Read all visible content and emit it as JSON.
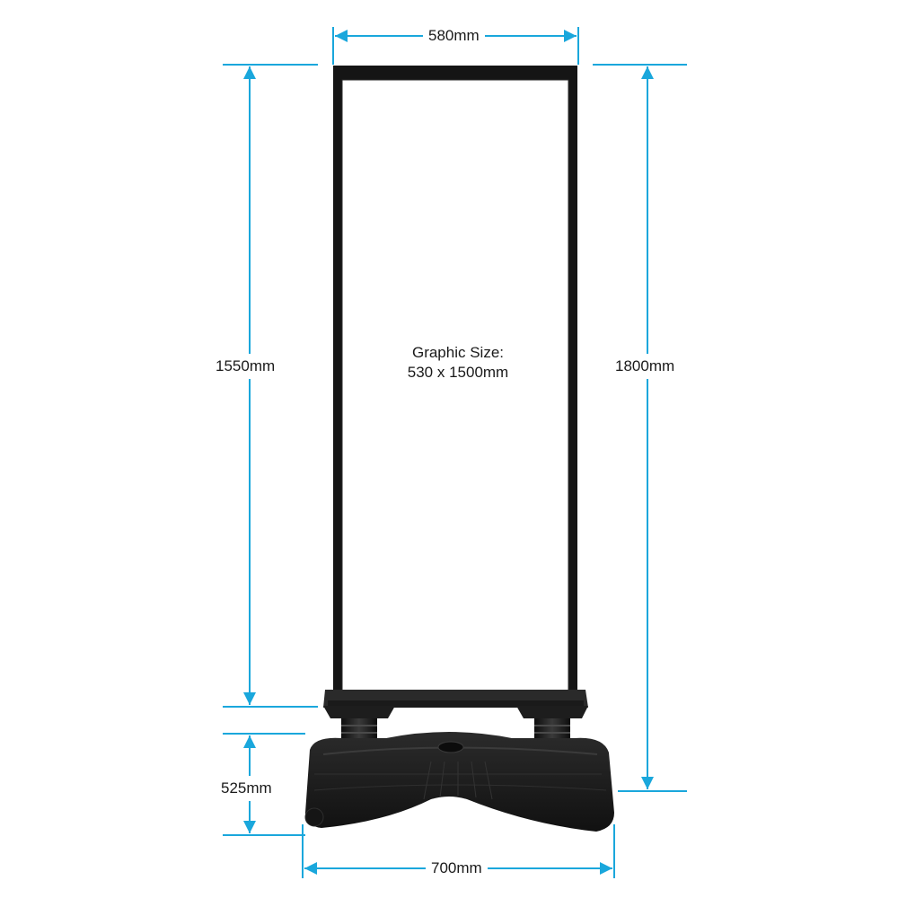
{
  "colors": {
    "dimension_line": "#1aa7dc",
    "frame": "#151515",
    "base": "#1c1c1c"
  },
  "dimensions": {
    "top_width": "580mm",
    "left_height": "1550mm",
    "right_height": "1800mm",
    "base_height": "525mm",
    "base_width": "700mm"
  },
  "graphic": {
    "line1": "Graphic Size:",
    "line2": "530 x 1500mm"
  }
}
